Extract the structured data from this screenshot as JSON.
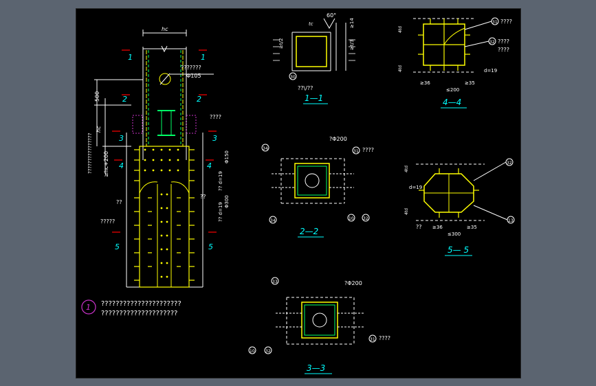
{
  "palette": {
    "background": "#000000",
    "frame": "#5b6470",
    "dim": "#ffffff",
    "steel": "#ffff00",
    "bolt": "#ff0000",
    "hidden": "#00ff66",
    "title": "#00ffff",
    "callout": "#cc33cc"
  },
  "elevation": {
    "hc_label": "hc",
    "section_cuts": [
      {
        "mark": "1"
      },
      {
        "mark": "2"
      },
      {
        "mark": "3"
      },
      {
        "mark": "4"
      },
      {
        "mark": "5"
      }
    ],
    "dim_500": "500",
    "dim_hc": "hc",
    "dim_3hc200": "≥hc+200",
    "phi105": "Φ105",
    "note_q7": "???????",
    "note_q4": "????",
    "note_q2a": "??",
    "note_q2b": "??",
    "note_q5": "?????",
    "note_d19": "?? d=19",
    "note_d19b": "?? d=19",
    "note_phi150": "Φ150",
    "note_phi300": "Φ300",
    "left_stack": "????????????????"
  },
  "section_1_1": {
    "title": "1—1",
    "angle": "60°",
    "dim_t2": "≥t/2",
    "dim_t3": "≥t/3",
    "dim_14": "≥14",
    "tag": "tc",
    "circle": "30",
    "note": "??\\/??"
  },
  "section_2_2": {
    "title": "2—2",
    "phi": "?Φ200",
    "c34": "34",
    "c31": "31",
    "c32": "32",
    "c34b": "34",
    "c10": "10",
    "note": "????"
  },
  "section_3_3": {
    "title": "3—3",
    "phi": "?Φ200",
    "c33": "33",
    "c10": "10",
    "c32": "32",
    "c31": "31",
    "note": "????"
  },
  "section_4_4": {
    "title": "4—4",
    "c31": "31",
    "c32": "32",
    "q1": "????",
    "q2": "????",
    "q3": "????",
    "d19": "d=19",
    "d35a": "≥36",
    "d35b": "≥35",
    "d200": "≤200",
    "td": "4td"
  },
  "section_5_5": {
    "title": "5— 5",
    "c32": "32",
    "c13": "13",
    "d19": "d=19",
    "d36": "≥36",
    "d35": "≥35",
    "d300": "≤300",
    "q": "??",
    "td": "4td"
  },
  "notes": {
    "circle_mark": "1",
    "line1": "??????????????????????",
    "line2": "?????????????????????"
  }
}
